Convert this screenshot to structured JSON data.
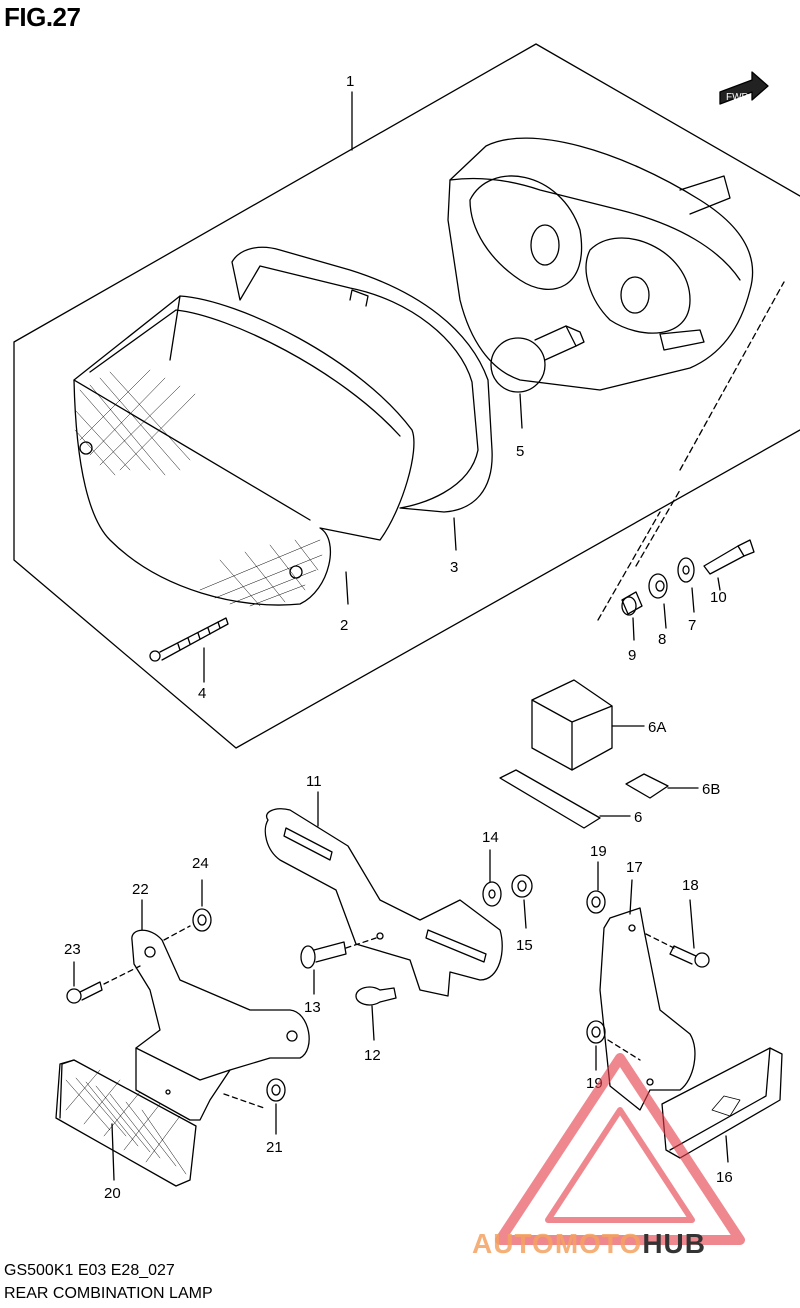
{
  "figure": {
    "title": "FIG.27",
    "direction_badge": "FWD"
  },
  "callouts": [
    {
      "id": "c1",
      "label": "1"
    },
    {
      "id": "c2",
      "label": "2"
    },
    {
      "id": "c3",
      "label": "3"
    },
    {
      "id": "c4",
      "label": "4"
    },
    {
      "id": "c5",
      "label": "5"
    },
    {
      "id": "c6",
      "label": "6"
    },
    {
      "id": "c6A",
      "label": "6A"
    },
    {
      "id": "c6B",
      "label": "6B"
    },
    {
      "id": "c7",
      "label": "7"
    },
    {
      "id": "c8",
      "label": "8"
    },
    {
      "id": "c9",
      "label": "9"
    },
    {
      "id": "c10",
      "label": "10"
    },
    {
      "id": "c11",
      "label": "11"
    },
    {
      "id": "c12",
      "label": "12"
    },
    {
      "id": "c13",
      "label": "13"
    },
    {
      "id": "c14",
      "label": "14"
    },
    {
      "id": "c15",
      "label": "15"
    },
    {
      "id": "c16",
      "label": "16"
    },
    {
      "id": "c17",
      "label": "17"
    },
    {
      "id": "c18",
      "label": "18"
    },
    {
      "id": "c19a",
      "label": "19"
    },
    {
      "id": "c19b",
      "label": "19"
    },
    {
      "id": "c20",
      "label": "20"
    },
    {
      "id": "c21",
      "label": "21"
    },
    {
      "id": "c22",
      "label": "22"
    },
    {
      "id": "c23",
      "label": "23"
    },
    {
      "id": "c24",
      "label": "24"
    }
  ],
  "footer": {
    "code": "GS500K1 E03 E28_027",
    "name": "REAR COMBINATION LAMP"
  },
  "watermark": {
    "part1": "AUTOMOTO",
    "part2": "HUB",
    "color1": "#f4a261",
    "color2": "#333333",
    "triangle_color": "#e63946"
  }
}
